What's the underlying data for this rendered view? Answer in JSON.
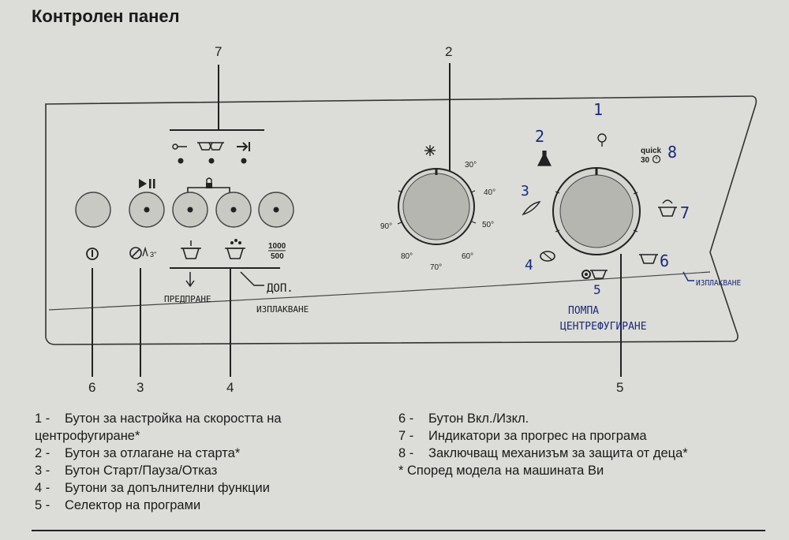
{
  "heading": "Контролен панел",
  "callouts": {
    "c7": "7",
    "c2": "2",
    "c6": "6",
    "c3": "3",
    "c4": "4",
    "c5": "5"
  },
  "panel": {
    "dial_left": {
      "labels": [
        "30°",
        "40°",
        "50°",
        "60°",
        "70°",
        "80°",
        "90°"
      ]
    },
    "dial_right": {
      "quick_label": "quick",
      "quick_value": "30"
    },
    "spin_label_top": "1000",
    "spin_label_bottom": "500",
    "delay_suffix": "3\""
  },
  "handwritten": {
    "n1": "1",
    "n2": "2",
    "n3": "3",
    "n4": "4",
    "n5": "5",
    "n6": "6",
    "n7": "7",
    "n8": "8",
    "prewash": "ПРЕДПРАНЕ",
    "extra_rinse_1": "ДОП.",
    "extra_rinse_2": "ИЗПЛАКВАНЕ",
    "rinse": "ИЗПЛАКВАНЕ",
    "pump_1": "ПОМПА",
    "pump_2": "ЦЕНТРЕФУГИРАНЕ"
  },
  "legend": {
    "left": [
      {
        "num": "1 -",
        "text": "Бутон за настройка на скоростта на",
        "cont": "центрофугиране*"
      },
      {
        "num": "2 -",
        "text": "Бутон за отлагане на старта*"
      },
      {
        "num": "3 -",
        "text": "Бутон Старт/Пауза/Отказ"
      },
      {
        "num": "4 -",
        "text": "Бутони за допълнителни функции"
      },
      {
        "num": "5 -",
        "text": "Селектор на програми"
      }
    ],
    "right": [
      {
        "num": "6 -",
        "text": "Бутон Вкл./Изкл."
      },
      {
        "num": "7 -",
        "text": "Индикатори за прогрес на програма"
      },
      {
        "num": "8 -",
        "text": "Заключващ механизъм за защита от деца*"
      },
      {
        "text": "* Според модела на машината Ви"
      }
    ]
  }
}
